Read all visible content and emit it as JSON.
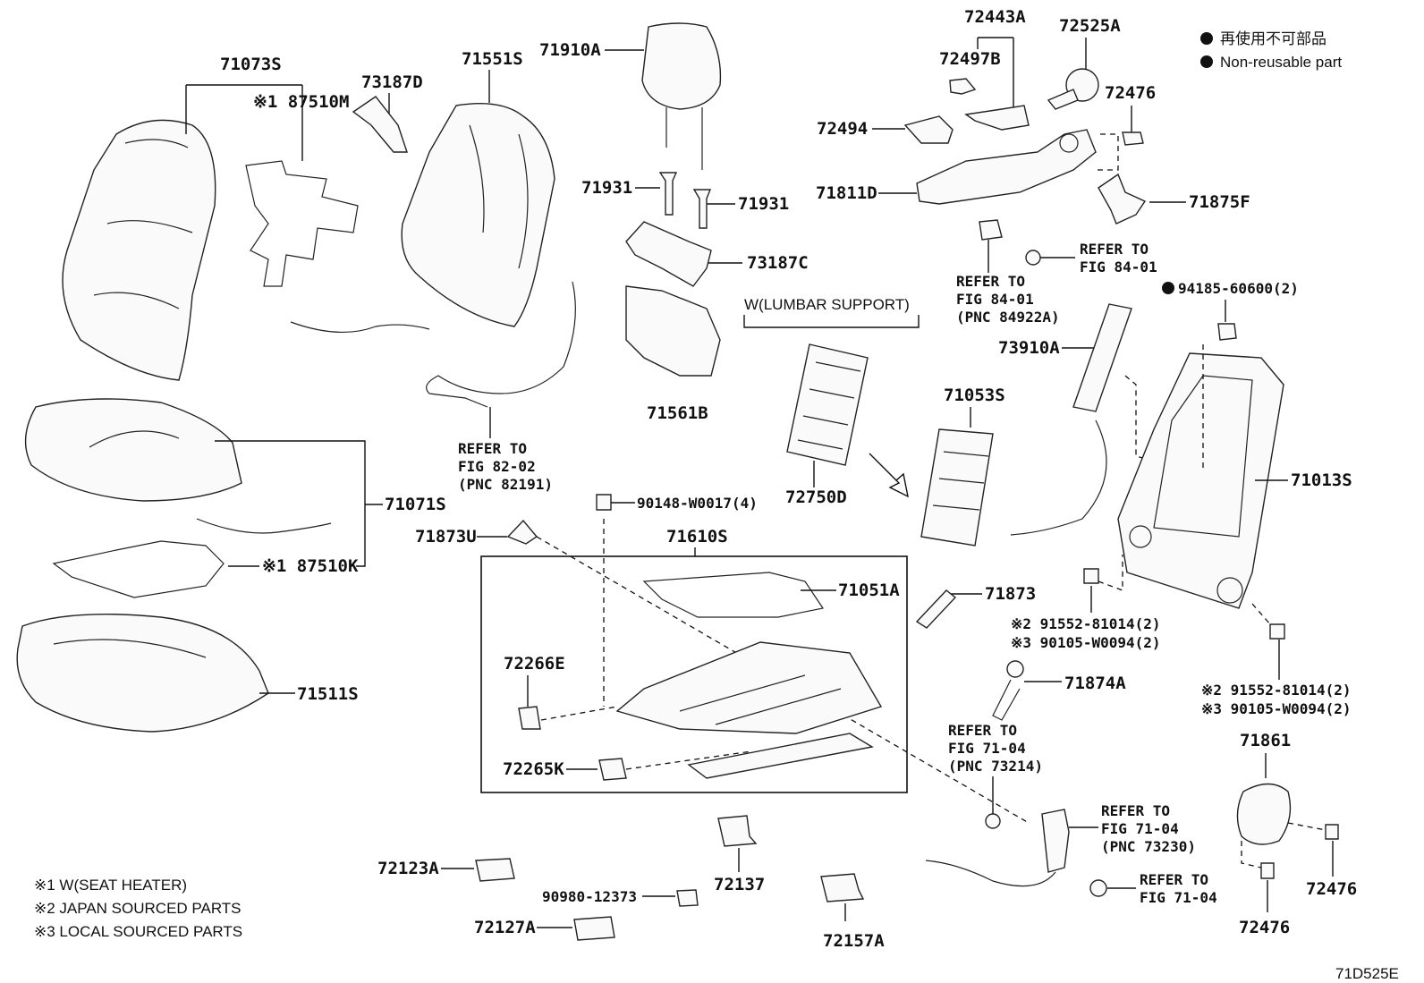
{
  "legend": {
    "marker_text_jp": "再使用不可部品",
    "marker_text_en": "Non-reusable part"
  },
  "footnotes": [
    "※1 W(SEAT HEATER)",
    "※2 JAPAN SOURCED PARTS",
    "※3 LOCAL SOURCED PARTS"
  ],
  "figure_code": "71D525E",
  "group_label": "W(LUMBAR SUPPORT)",
  "parts": {
    "p71073S": "71073S",
    "p87510M": "※1 87510M",
    "p73187D": "73187D",
    "p71551S": "71551S",
    "p71910A": "71910A",
    "p72443A": "72443A",
    "p72525A": "72525A",
    "p72497B": "72497B",
    "p72476a": "72476",
    "p72494": "72494",
    "p71811D": "71811D",
    "p71875F": "71875F",
    "p71931a": "71931",
    "p71931b": "71931",
    "p73187C": "73187C",
    "p71561B": "71561B",
    "p94185": "94185-60600(2)",
    "p73910A": "73910A",
    "p71053S": "71053S",
    "p72750D": "72750D",
    "p71013S": "71013S",
    "p71071S": "71071S",
    "p87510K": "※1 87510K",
    "p90148": "90148-W0017(4)",
    "p71873U": "71873U",
    "p71610S": "71610S",
    "p71051A": "71051A",
    "p71873": "71873",
    "p91552a": "※2 91552-81014(2)",
    "p90105a": "※3 90105-W0094(2)",
    "p91552b": "※2 91552-81014(2)",
    "p90105b": "※3 90105-W0094(2)",
    "p71511S": "71511S",
    "p72266E": "72266E",
    "p71874A": "71874A",
    "p71861": "71861",
    "p72265K": "72265K",
    "p72123A": "72123A",
    "p72137": "72137",
    "p90980": "90980-12373",
    "p72127A": "72127A",
    "p72157A": "72157A",
    "p72476b": "72476",
    "p72476c": "72476"
  },
  "references": {
    "r1": [
      "REFER TO",
      "FIG 84-01"
    ],
    "r2": [
      "REFER TO",
      "FIG 84-01",
      "(PNC 84922A)"
    ],
    "r3": [
      "REFER TO",
      "FIG 82-02",
      "(PNC 82191)"
    ],
    "r4": [
      "REFER TO",
      "FIG 71-04",
      "(PNC 73214)"
    ],
    "r5": [
      "REFER TO",
      "FIG 71-04",
      "(PNC 73230)"
    ],
    "r6": [
      "REFER TO",
      "FIG 71-04"
    ]
  }
}
